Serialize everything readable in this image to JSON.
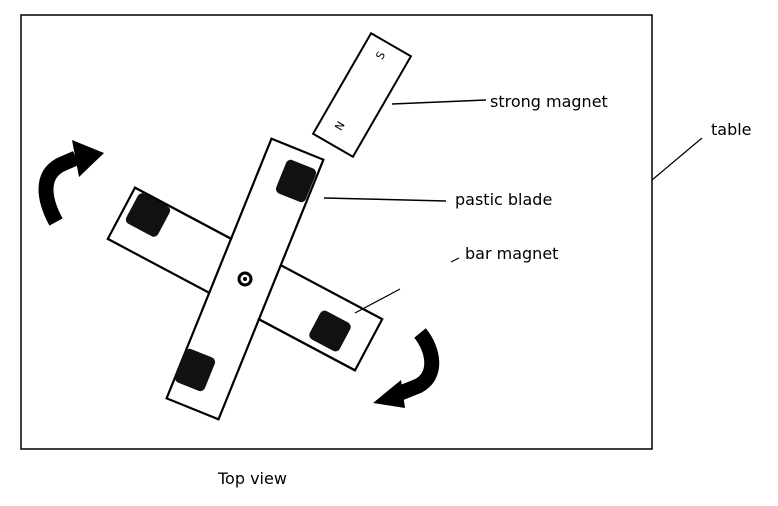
{
  "labels": {
    "strong_magnet": "strong magnet",
    "table": "table",
    "plastic_blade": "pastic blade",
    "bar_magnet": "bar magnet",
    "view": "Top view"
  },
  "poles": {
    "south": "S",
    "north": "N"
  },
  "colors": {
    "ink": "#000000",
    "paper": "#ffffff"
  }
}
